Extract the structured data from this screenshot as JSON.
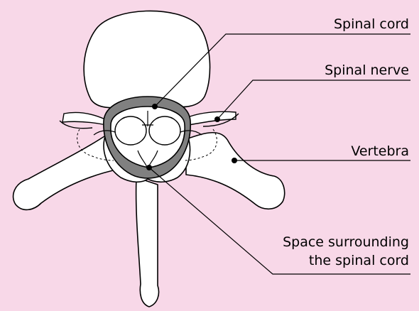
{
  "colors": {
    "background": "#f8d8e8",
    "bone": "#ffffff",
    "outline": "#000000",
    "space": "#808080",
    "cord": "#ffffff"
  },
  "labels": {
    "spinal_cord": "Spinal cord",
    "spinal_nerve": "Spinal nerve",
    "vertebra": "Vertebra",
    "space_line1": "Space surrounding",
    "space_line2": "the spinal cord"
  }
}
